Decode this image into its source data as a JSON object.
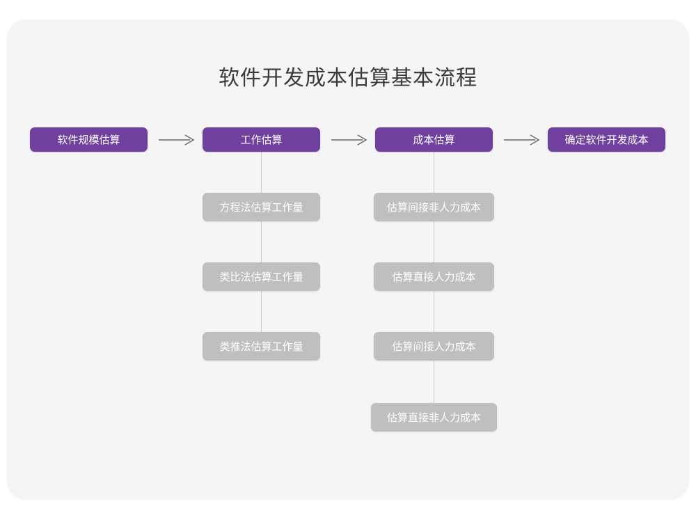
{
  "page": {
    "title": "软件开发成本估算基本流程",
    "background_color": "#ffffff",
    "canvas_color": "#f5f5f6",
    "accent_color": "#70409f",
    "sub_node_color": "#bfbfbf",
    "connector_color": "#cccccc",
    "title_color": "#3b3b3b"
  },
  "flow": {
    "main_steps": [
      {
        "label": "软件规模估算"
      },
      {
        "label": "工作估算"
      },
      {
        "label": "成本估算"
      },
      {
        "label": "确定软件开发成本"
      }
    ],
    "arrows": [
      {
        "name": "arrow-1",
        "glyph": "→"
      },
      {
        "name": "arrow-2",
        "glyph": "→"
      },
      {
        "name": "arrow-3",
        "glyph": "→"
      }
    ],
    "branches": [
      {
        "parent": "工作估算",
        "items": [
          {
            "label": "方程法估算工作量"
          },
          {
            "label": "类比法估算工作量"
          },
          {
            "label": "类推法估算工作量"
          }
        ]
      },
      {
        "parent": "成本估算",
        "items": [
          {
            "label": "估算间接非人力成本"
          },
          {
            "label": "估算直接人力成本"
          },
          {
            "label": "估算间接人力成本"
          },
          {
            "label": "估算直接非人力成本"
          }
        ]
      }
    ]
  }
}
